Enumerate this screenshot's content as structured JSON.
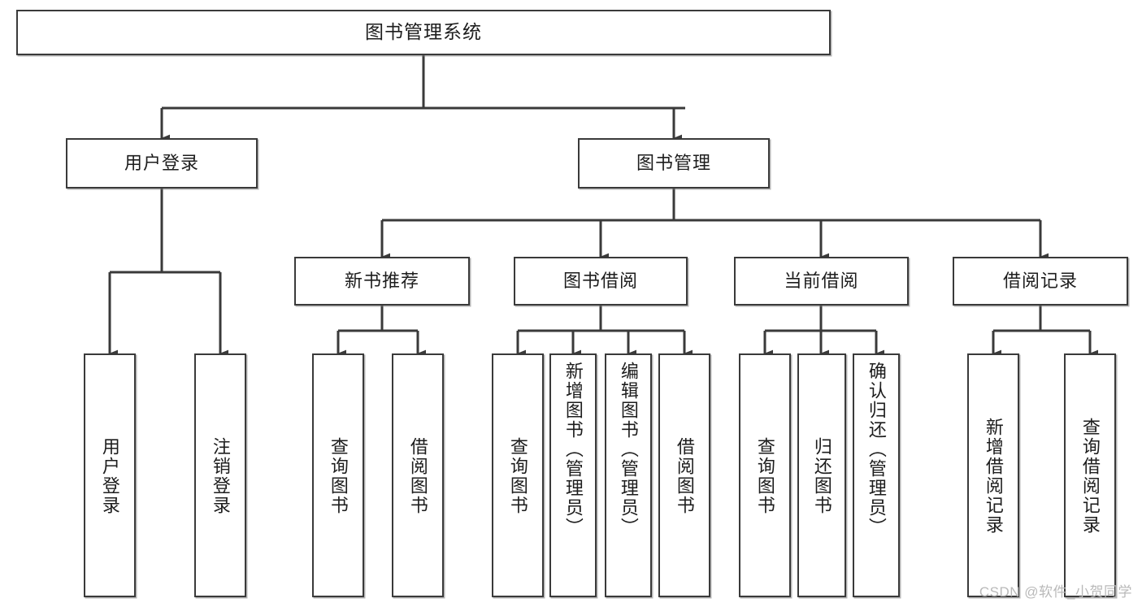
{
  "diagram": {
    "title": "图书管理系统",
    "type": "tree-hierarchy",
    "root": {
      "label": "图书管理系统"
    },
    "level2": [
      {
        "label": "用户登录"
      },
      {
        "label": "图书管理"
      }
    ],
    "level3": [
      {
        "label": "新书推荐"
      },
      {
        "label": "图书借阅"
      },
      {
        "label": "当前借阅"
      },
      {
        "label": "借阅记录"
      }
    ],
    "leaves_user_login": [
      {
        "label": "用户登录"
      },
      {
        "label": "注销登录"
      }
    ],
    "leaves_new_book": [
      {
        "label": "查询图书"
      },
      {
        "label": "借阅图书"
      }
    ],
    "leaves_borrow": [
      {
        "label": "查询图书"
      },
      {
        "label": "新增图书（管理员）"
      },
      {
        "label": "编辑图书（管理员）"
      },
      {
        "label": "借阅图书"
      }
    ],
    "leaves_current": [
      {
        "label": "查询图书"
      },
      {
        "label": "归还图书"
      },
      {
        "label": "确认归还（管理员）"
      }
    ],
    "leaves_records": [
      {
        "label": "新增借阅记录"
      },
      {
        "label": "查询借阅记录"
      }
    ]
  },
  "watermark": {
    "text": "CSDN @软件_小贺同学"
  },
  "colors": {
    "stroke": "#3a3a3a",
    "fill": "#ffffff",
    "text": "#1d1d1d",
    "watermark": "#b9b9b9"
  }
}
